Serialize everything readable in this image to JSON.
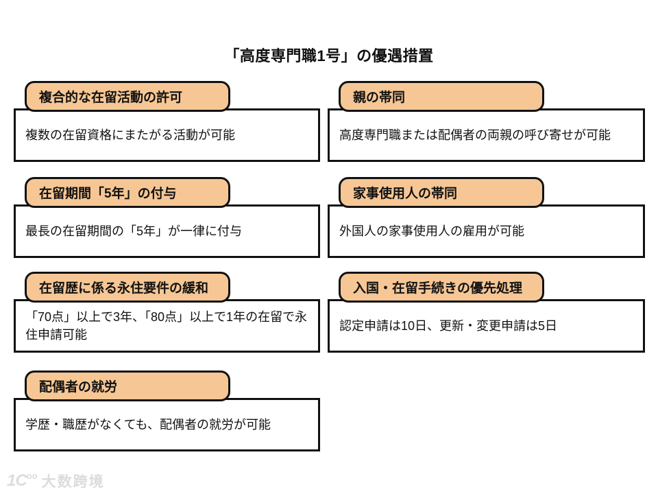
{
  "page": {
    "title": "「高度専門職1号」の優遇措置"
  },
  "colors": {
    "tab_fill": "#F6C795",
    "border": "#111111",
    "background": "#FFFFFF",
    "watermark": "#DCDCDC"
  },
  "cards": [
    {
      "title": "複合的な在留活動の許可",
      "body": "複数の在留資格にまたがる活動が可能"
    },
    {
      "title": "親の帯同",
      "body": "高度専門職または配偶者の両親の呼び寄せが可能"
    },
    {
      "title": "在留期間「5年」の付与",
      "body": "最長の在留期間の「5年」が一律に付与"
    },
    {
      "title": "家事使用人の帯同",
      "body": "外国人の家事使用人の雇用が可能"
    },
    {
      "title": "在留歴に係る永住要件の緩和",
      "body": "「70点」以上で3年、「80点」以上で1年の在留で永住申請可能"
    },
    {
      "title": "入国・在留手続きの優先処理",
      "body": "認定申請は10日、更新・変更申請は5日"
    },
    {
      "title": "配偶者の就労",
      "body": "学歴・職歴がなくても、配偶者の就労が可能"
    }
  ],
  "watermark": {
    "logo_text": "1C",
    "logo_super": "oo",
    "brand": "大数跨境"
  }
}
